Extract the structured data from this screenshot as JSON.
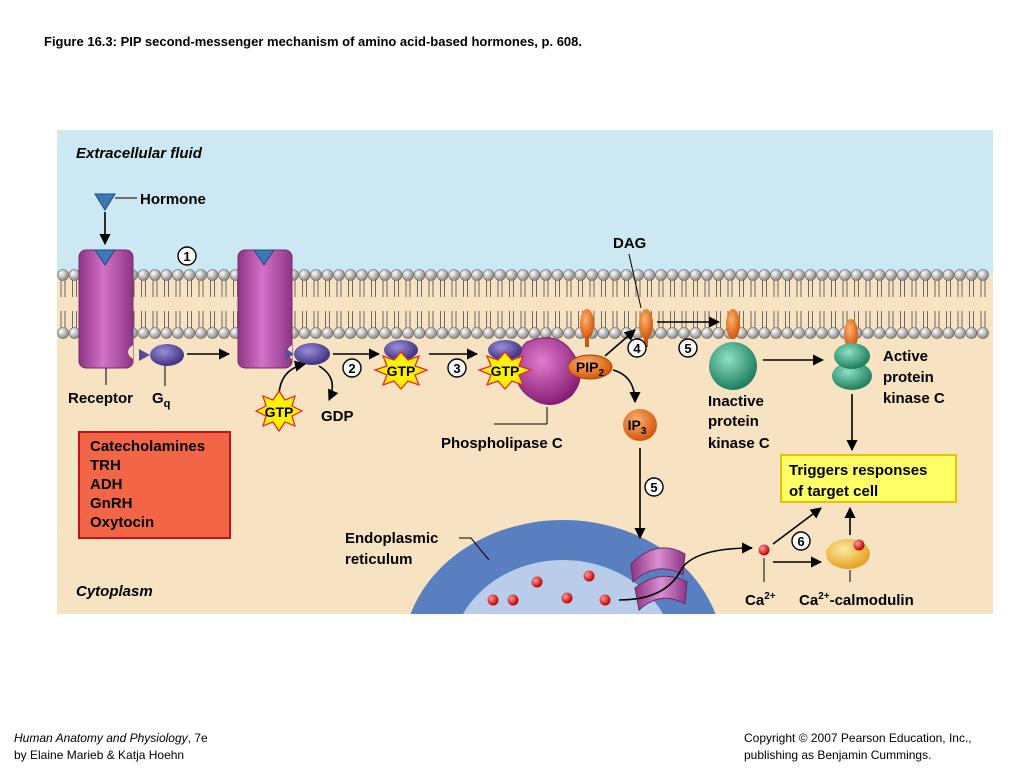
{
  "title": "Figure 16.3:  PIP second-messenger mechanism of amino acid-based hormones, p. 608.",
  "footer": {
    "book_title": "Human Anatomy and Physiology",
    "edition": ", 7e",
    "authors": "by Elaine Marieb & Katja Hoehn",
    "copyright": "Copyright © 2007 Pearson Education, Inc.,",
    "publisher": "publishing as Benjamin Cummings."
  },
  "diagram": {
    "regions": {
      "extracellular": "Extracellular fluid",
      "cytoplasm": "Cytoplasm"
    },
    "labels": {
      "hormone": "Hormone",
      "receptor": "Receptor",
      "gq_main": "G",
      "gq_sub": "q",
      "gtp": "GTP",
      "gdp": "GDP",
      "phospholipase": "Phospholipase C",
      "pip_main": "PIP",
      "pip_sub": "2",
      "dag": "DAG",
      "ip3_main": "IP",
      "ip3_sub": "3",
      "inactive_pkc": [
        "Inactive",
        "protein",
        "kinase C"
      ],
      "active_pkc": [
        "Active",
        "protein",
        "kinase C"
      ],
      "triggers": [
        "Triggers responses",
        "of target cell"
      ],
      "er": [
        "Endoplasmic",
        "reticulum"
      ],
      "ca_main": "Ca",
      "ca_sup": "2+",
      "calmodulin_tail": "-calmodulin"
    },
    "hormone_list": [
      "Catecholamines",
      "TRH",
      "ADH",
      "GnRH",
      "Oxytocin"
    ],
    "steps": [
      "1",
      "2",
      "3",
      "4",
      "5",
      "5",
      "6"
    ],
    "colors": {
      "extracellular": "#cce9f3",
      "cytoplasm": "#f7e2c2",
      "receptor": "#b84fae",
      "gprotein": "#5a4a9c",
      "gtp_star": "#fff200",
      "phospholipase": "#a32c8e",
      "pip2": "#e8731a",
      "pkc": "#2aa37c",
      "er": "#5a7fc1",
      "calcium": "#e8201f",
      "hormone_box": "#f26546",
      "trigger_box": "#ffff66",
      "calmodulin": "#f5c242"
    }
  }
}
